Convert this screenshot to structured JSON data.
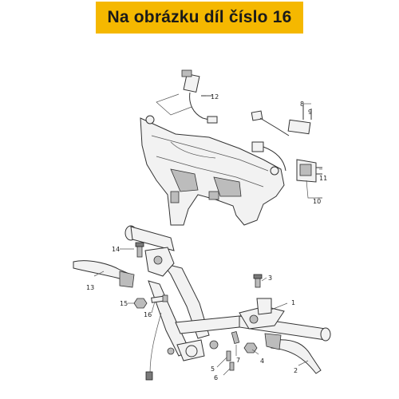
{
  "banner": {
    "text": "Na obrázku díl číslo 16",
    "color": "#f5b800"
  },
  "callouts": [
    "1",
    "2",
    "3",
    "4",
    "5",
    "6",
    "7",
    "8",
    "9",
    "10",
    "11",
    "12",
    "13",
    "14",
    "15",
    "16"
  ]
}
